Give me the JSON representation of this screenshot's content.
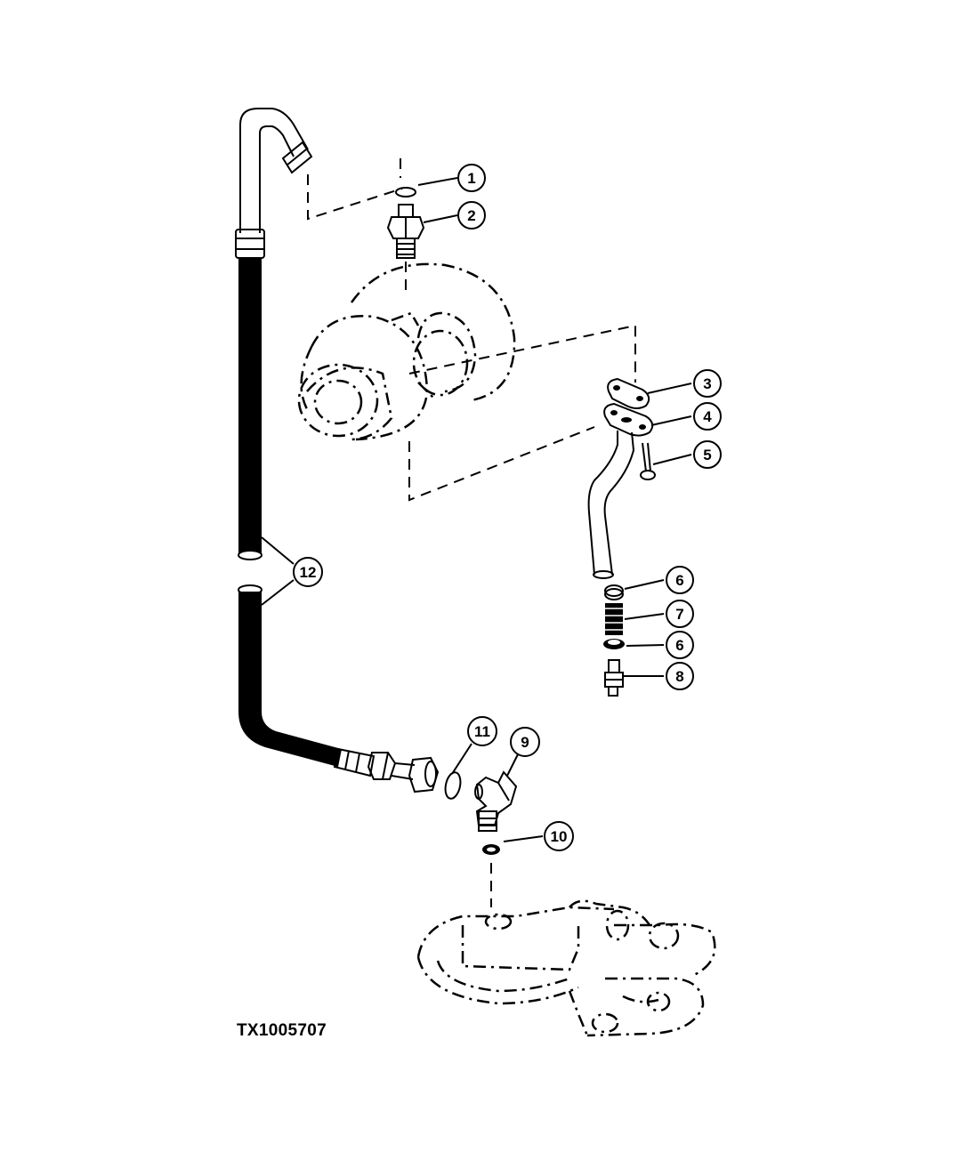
{
  "figure_id": "TX1005707",
  "callouts": [
    {
      "id": "callout-1",
      "label": "1"
    },
    {
      "id": "callout-2",
      "label": "2"
    },
    {
      "id": "callout-3",
      "label": "3"
    },
    {
      "id": "callout-4",
      "label": "4"
    },
    {
      "id": "callout-5",
      "label": "5"
    },
    {
      "id": "callout-6a",
      "label": "6"
    },
    {
      "id": "callout-7",
      "label": "7"
    },
    {
      "id": "callout-6b",
      "label": "6"
    },
    {
      "id": "callout-8",
      "label": "8"
    },
    {
      "id": "callout-9",
      "label": "9"
    },
    {
      "id": "callout-10",
      "label": "10"
    },
    {
      "id": "callout-11",
      "label": "11"
    },
    {
      "id": "callout-12",
      "label": "12"
    }
  ]
}
